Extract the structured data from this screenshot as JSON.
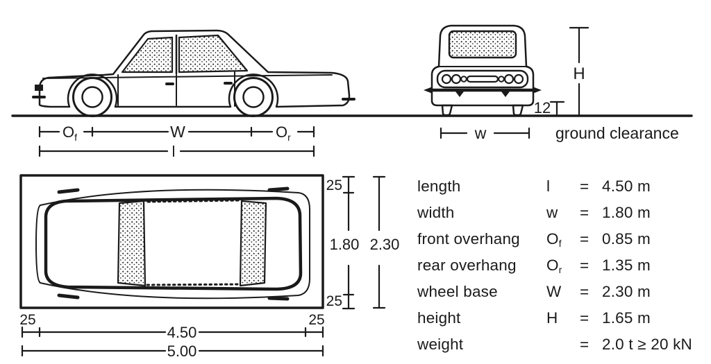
{
  "diagram": {
    "side_view": {
      "front_overhang_symbol": "O",
      "front_overhang_sub": "f",
      "wheelbase_symbol": "W",
      "rear_overhang_symbol": "O",
      "rear_overhang_sub": "r",
      "length_symbol": "l"
    },
    "front_view": {
      "height_symbol": "H",
      "ground_clearance_value": "12",
      "width_symbol": "w",
      "ground_clearance_label": "ground clearance"
    },
    "plan_view": {
      "top_margin": "25",
      "bottom_margin": "25",
      "body_width": "1.80",
      "overall_width": "2.30",
      "left_margin": "25",
      "right_margin": "25",
      "body_length": "4.50",
      "overall_length": "5.00"
    }
  },
  "spec_table": {
    "rows": [
      {
        "label": "length",
        "symbol": "l",
        "sub": "",
        "eq": "=",
        "value": "4.50 m"
      },
      {
        "label": "width",
        "symbol": "w",
        "sub": "",
        "eq": "=",
        "value": "1.80 m"
      },
      {
        "label": "front overhang",
        "symbol": "O",
        "sub": "f",
        "eq": "=",
        "value": "0.85 m"
      },
      {
        "label": "rear overhang",
        "symbol": "O",
        "sub": "r",
        "eq": "=",
        "value": "1.35 m"
      },
      {
        "label": "wheel base",
        "symbol": "W",
        "sub": "",
        "eq": "=",
        "value": "2.30 m"
      },
      {
        "label": "height",
        "symbol": "H",
        "sub": "",
        "eq": "=",
        "value": "1.65 m"
      },
      {
        "label": "weight",
        "symbol": "",
        "sub": "",
        "eq": "=",
        "value": "2.0 t ≥ 20 kN"
      }
    ]
  },
  "colors": {
    "ink": "#1a1a1a",
    "paper": "#ffffff"
  }
}
